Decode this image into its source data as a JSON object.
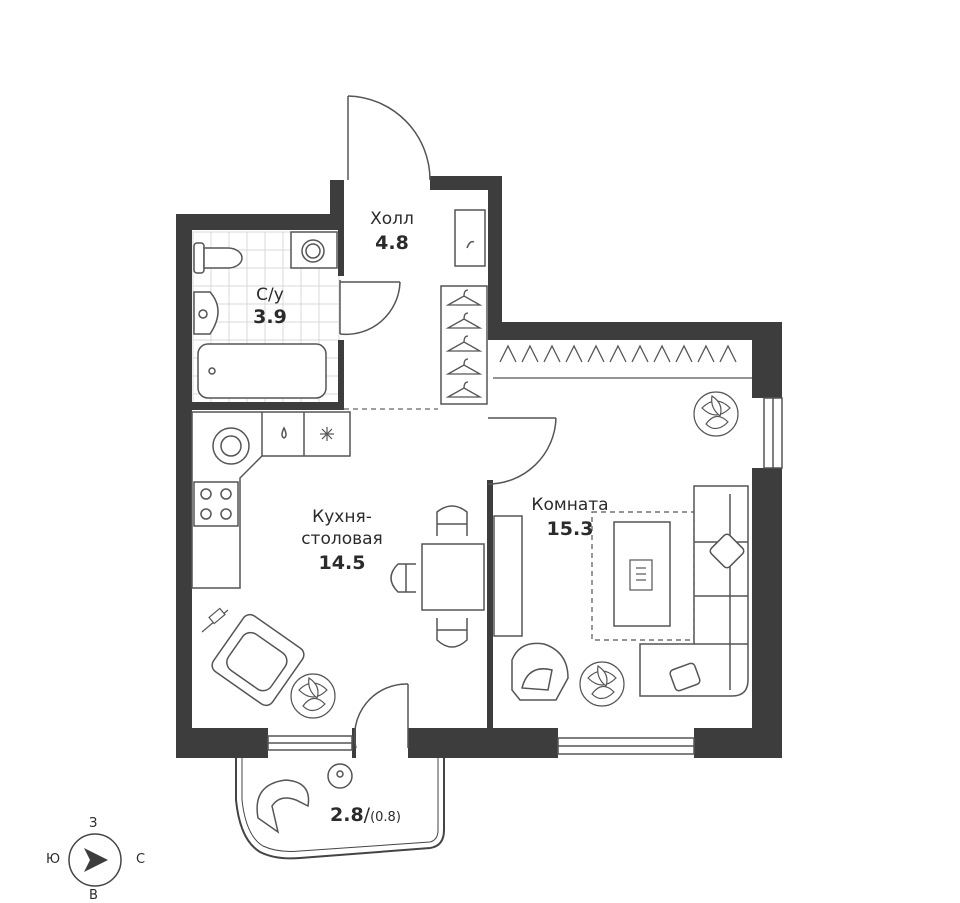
{
  "rooms": {
    "hall": {
      "name": "Холл",
      "area": "4.8"
    },
    "bathroom": {
      "name": "С/у",
      "area": "3.9"
    },
    "kitchen": {
      "name_line1": "Кухня-",
      "name_line2": "столовая",
      "area": "14.5"
    },
    "room": {
      "name": "Комната",
      "area": "15.3"
    },
    "balcony": {
      "area": "2.8",
      "area_reduced": "(0.8)"
    }
  },
  "compass": {
    "north": "З",
    "west": "Ю",
    "east": "С",
    "south": "В"
  },
  "colors": {
    "wall": "#3d3d3d",
    "line": "#555555",
    "furniture_fill": "#ffffff",
    "tile": "#d7d7d7"
  },
  "icons": [
    "door-swing-icon",
    "toilet-icon",
    "sink-icon",
    "bathtub-icon",
    "washing-machine-icon",
    "stove-icon",
    "fridge-icon",
    "armchair-icon",
    "plant-icon",
    "sofa-icon",
    "table-icon",
    "chair-icon",
    "hanger-icon",
    "wardrobe-icon",
    "tv-icon",
    "compass-arrow-icon"
  ]
}
